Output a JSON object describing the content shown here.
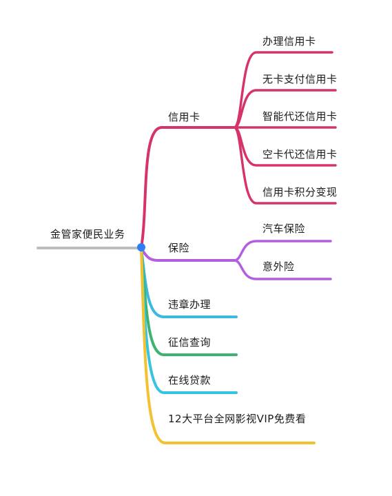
{
  "mindmap": {
    "root": {
      "label": "金管家便民业务",
      "color": "#bdbdbd"
    },
    "branches": [
      {
        "label": "信用卡",
        "color": "#d6336c",
        "children": [
          {
            "label": "办理信用卡"
          },
          {
            "label": "无卡支付信用卡"
          },
          {
            "label": "智能代还信用卡"
          },
          {
            "label": "空卡代还信用卡"
          },
          {
            "label": "信用卡积分变现"
          }
        ]
      },
      {
        "label": "保险",
        "color": "#b35ee0",
        "children": [
          {
            "label": "汽车保险"
          },
          {
            "label": "意外险"
          }
        ]
      },
      {
        "label": "违章办理",
        "color": "#3db8e0",
        "children": []
      },
      {
        "label": "征信查询",
        "color": "#3cb371",
        "children": []
      },
      {
        "label": "在线贷款",
        "color": "#36c5e0",
        "children": []
      },
      {
        "label": "12大平台全网影视VIP免费看",
        "color": "#f2c230",
        "children": []
      }
    ]
  }
}
